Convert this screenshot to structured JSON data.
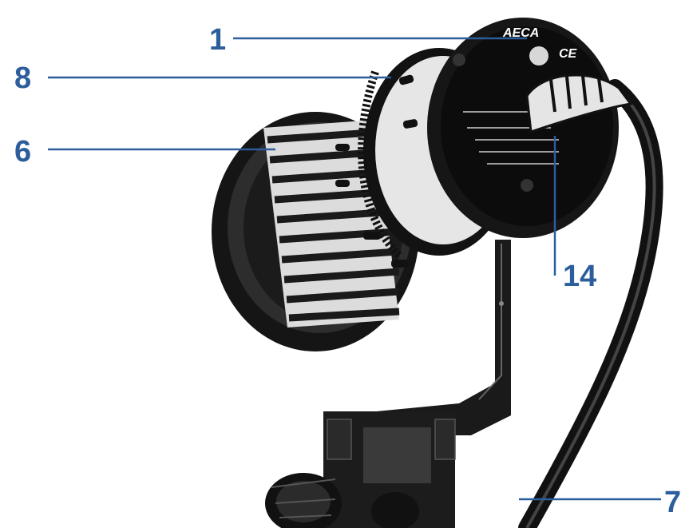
{
  "figure": {
    "brand_text": "AECA",
    "ce_mark": "CE",
    "callouts": [
      {
        "id": "c1",
        "label": "1"
      },
      {
        "id": "c8",
        "label": "8"
      },
      {
        "id": "c6",
        "label": "6"
      },
      {
        "id": "c14",
        "label": "14"
      },
      {
        "id": "c7",
        "label": "7"
      }
    ],
    "colors": {
      "callout": "#2c5d9c",
      "ink": "#111111",
      "background": "#ffffff"
    }
  }
}
